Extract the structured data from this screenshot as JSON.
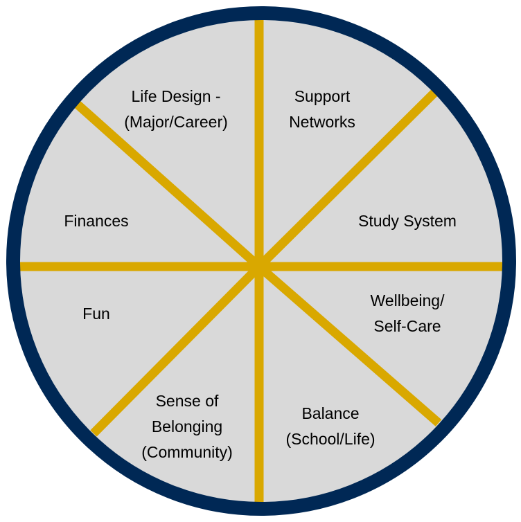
{
  "colors": {
    "ring": "#002855",
    "fill": "#d9d9d9",
    "spokes": "#d9a800",
    "text": "#000000"
  },
  "segments": [
    {
      "line1": "Life Design -",
      "line2": "(Major/Career)"
    },
    {
      "line1": "Support",
      "line2": "Networks"
    },
    {
      "line1": "Study System"
    },
    {
      "line1": "Wellbeing/",
      "line2": "Self-Care"
    },
    {
      "line1": "Balance",
      "line2": "(School/Life)"
    },
    {
      "line1": "Sense of",
      "line2": "Belonging",
      "line3": "(Community)"
    },
    {
      "line1": "Fun"
    },
    {
      "line1": "Finances"
    }
  ]
}
